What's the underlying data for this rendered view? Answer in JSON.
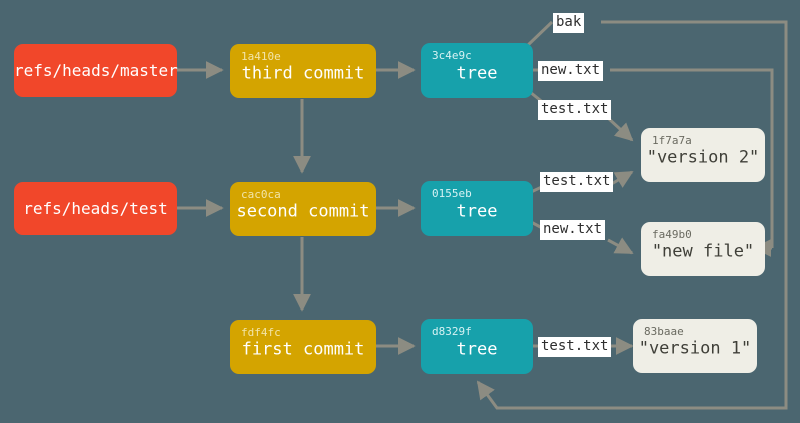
{
  "diagram": {
    "title": "Git object model: refs, commits, trees and blobs",
    "background_color": "#4b6670",
    "edge_color": "#8c8c82",
    "colors": {
      "ref": "#f1472a",
      "commit": "#d4a400",
      "tree": "#17a1ab",
      "blob": "#efeee6",
      "label_background": "#ffffff"
    }
  },
  "nodes": {
    "ref_master": {
      "label": "refs/heads/master",
      "hash": ""
    },
    "ref_test": {
      "label": "refs/heads/test",
      "hash": ""
    },
    "commit_third": {
      "hash": "1a410e",
      "label": "third commit"
    },
    "commit_second": {
      "hash": "cac0ca",
      "label": "second commit"
    },
    "commit_first": {
      "hash": "fdf4fc",
      "label": "first commit"
    },
    "tree_third": {
      "hash": "3c4e9c",
      "label": "tree"
    },
    "tree_second": {
      "hash": "0155eb",
      "label": "tree"
    },
    "tree_first": {
      "hash": "d8329f",
      "label": "tree"
    },
    "blob_version2": {
      "hash": "1f7a7a",
      "label": "\"version 2\""
    },
    "blob_newfile": {
      "hash": "fa49b0",
      "label": "\"new file\""
    },
    "blob_version1": {
      "hash": "83baae",
      "label": "\"version 1\""
    }
  },
  "edge_labels": {
    "bak": "bak",
    "new_txt_third": "new.txt",
    "test_txt_third": "test.txt",
    "test_txt_second": "test.txt",
    "new_txt_second": "new.txt",
    "test_txt_first": "test.txt"
  }
}
